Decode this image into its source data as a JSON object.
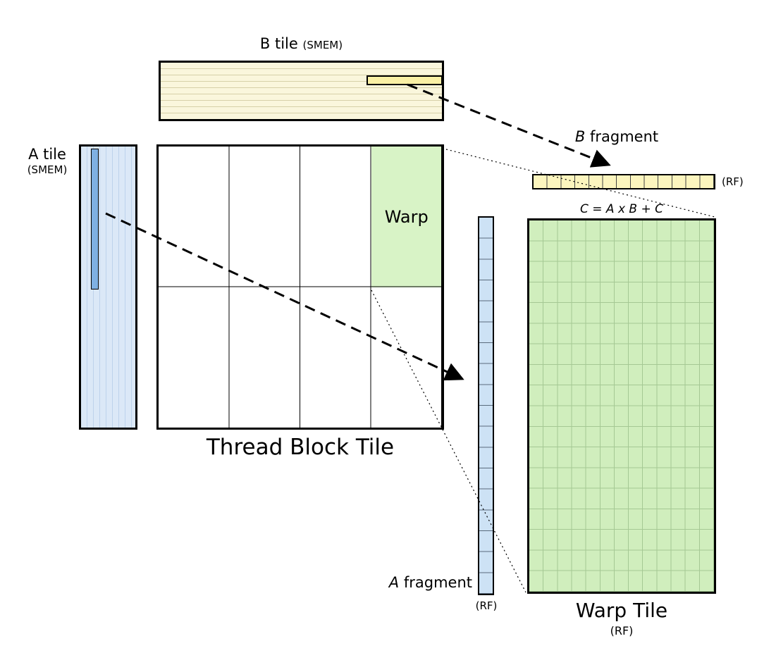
{
  "labels": {
    "b_tile_title": "B tile",
    "b_tile_mem": "(SMEM)",
    "a_tile_title": "A tile",
    "a_tile_mem": "(SMEM)",
    "warp": "Warp",
    "thread_block_tile": "Thread Block Tile",
    "b_fragment_italic": "B",
    "b_fragment_rest": " fragment",
    "b_fragment_rf": "(RF)",
    "equation": "C = A x B + C",
    "a_fragment_italic": "A",
    "a_fragment_rest": " fragment",
    "a_fragment_rf": "(RF)",
    "warp_tile_title": "Warp Tile",
    "warp_tile_rf": "(RF)"
  },
  "colors": {
    "b-tile-fill": "#FAF6DC",
    "yellow-rule": "#D6D0A8",
    "b-strip-fill": "#FAF0A4",
    "a-tile-fill": "#DBE8F7",
    "blue-rule": "#BDD2EC",
    "a-strip-fill": "#7FB0E3",
    "warp-fill": "#D8F3C6",
    "warp-tile-fill": "#D0EEBD",
    "warp-grid": "#A5C894",
    "b-fragment-fill": "#FCF5BE",
    "a-fragment-fill": "#CDE2F5",
    "cell-line": "#444444",
    "cell-line-blue": "#5A6B7D"
  }
}
